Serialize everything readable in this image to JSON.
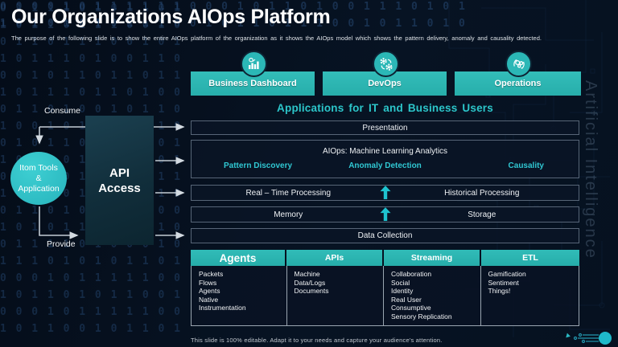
{
  "title": "Our Organizations AIOps Platform",
  "subtitle": "The purpose of the following slide is to show the entire AIOps platform of the organization as it shows the AIOps model which shows the pattern delivery,  anomaly and causality detected.",
  "colors": {
    "accent_teal": "#29b2ae",
    "accent_teal_bright": "#2cc6ca",
    "box_background": "#0a1526",
    "box_border": "#576577",
    "page_background": "#071323"
  },
  "top_buttons": [
    {
      "label": "Business Dashboard",
      "icon": "bar-chart-icon"
    },
    {
      "label": "DevOps",
      "icon": "gears-cycle-icon"
    },
    {
      "label": "Operations",
      "icon": "operations-network-icon"
    }
  ],
  "left_flow": {
    "consume_label": "Consume",
    "provide_label": "Provide",
    "circle_lines": [
      "Itom Tools",
      "&",
      "Application"
    ],
    "api_box_label": "API Access"
  },
  "platform": {
    "heading": "Applications  for IT and Business Users",
    "presentation": "Presentation",
    "aiops_title": "AIOps: Machine Learning Analytics",
    "aiops_items": [
      "Pattern Discovery",
      "Anomaly Detection",
      "Causality"
    ],
    "processing_row": {
      "left": "Real – Time Processing",
      "right": "Historical Processing"
    },
    "memory_row": {
      "left": "Memory",
      "right": "Storage"
    },
    "data_collection": "Data Collection"
  },
  "table": {
    "headers": [
      "Agents",
      "APIs",
      "Streaming",
      "ETL"
    ],
    "columns": [
      [
        "Packets",
        "Flows",
        "Agents",
        "Native",
        "Instrumentation"
      ],
      [
        "Machine",
        "Data/Logs",
        "Documents"
      ],
      [
        "Collaboration",
        "Social",
        "Identity",
        "Real User",
        "Consumptive",
        "Sensory Replication"
      ],
      [
        "Gamification",
        "Sentiment",
        "Things!"
      ]
    ]
  },
  "watermark": "Artificial Intelligence",
  "footer": "This slide is 100% editable. Adapt it to your needs  and capture your audience's attention.",
  "background": {
    "binary_rows_top": [
      "0 0 0 0 1 0 1 1 1 1 1 1 0 0 0 1 0 1 1 0 1 0 0 1 1 1 0 1 0 1 1 0 0 1 0 1",
      "1 0 1 0 1 0 1 0 1 1 1 0 0 1 0 1 1 0 1 1 1 0 0 1 0 1 1 0 1 0 1 0 0 1 1 0"
    ],
    "binary_rows_left": [
      "0 1 1 1 1 0 1 0 1 1 0 1 1",
      "1 0 1 1 0 1 1 1 0 0 1 0 1",
      "0 1 1 0 1 1 1 0 0 1 0 1 1",
      "1 0 1 1 1 0 1 0 0 1 1 0 1",
      "0 0 1 0 1 1 0 1 1 0 1 1 1",
      "1 0 1 1 1 0 1 1 0 1 0 0 1",
      "0 1 1 0 1 0 0 1 0 1 1 0 1",
      "1 0 0 1 0 1 1 0 1 1 1 0 0",
      "0 1 0 1 1 0 1 0 1 0 0 1 1",
      "1 0 1 1 0 1 0 0 1 1 0 1 0",
      "0 1 1 1 0 1 0 0 1 0 1 1 0",
      "1 0 1 1 0 1 0 0 0 1 1 0 1",
      "0 1 1 0 1 0 1 1 0 1 0 0 1",
      "1 0 1 0 1 1 0 1 0 1 1 0 1",
      "0 1 1 1 1 0 1 0 0 0 1 0 1",
      "1 1 1 0 1 0 1 0 1 1 0 1 0",
      "0 0 0 1 0 1 1 1 1 1 0 0 0",
      "1 0 1 1 0 1 0 1 1 0 0 1 0",
      "0 0 0 1 0 1 1 1 1 1 0 0 0",
      "1 0 1 1 0 0 1 0 1 1 0 1 1"
    ]
  }
}
